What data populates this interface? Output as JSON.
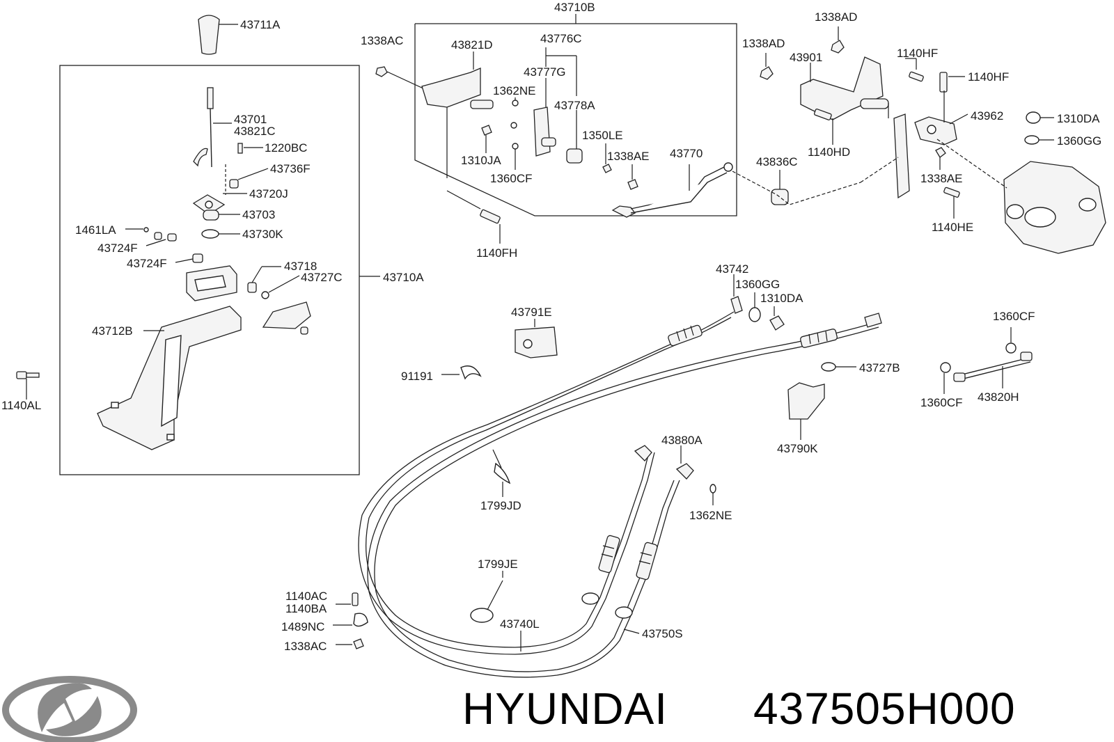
{
  "brand": {
    "name": "HYUNDAI",
    "part_number": "437505H000",
    "logo_color": "#8a8a8a"
  },
  "labels": {
    "p43710B": "43710B",
    "p43711A": "43711A",
    "p1338AC_top": "1338AC",
    "p43821D": "43821D",
    "p43776C": "43776C",
    "p43777G": "43777G",
    "p1362NE_top": "1362NE",
    "p43778A": "43778A",
    "p1350LE": "1350LE",
    "p1310JA": "1310JA",
    "p1338AE_mid": "1338AE",
    "p43770": "43770",
    "p1360CF_mid": "1360CF",
    "p1140FH": "1140FH",
    "p1338AD_a": "1338AD",
    "p1338AD_b": "1338AD",
    "p43901": "43901",
    "p1140HF_a": "1140HF",
    "p1140HF_b": "1140HF",
    "p43962": "43962",
    "p1310DA_r": "1310DA",
    "p1360GG_r": "1360GG",
    "p1140HD": "1140HD",
    "p43836C": "43836C",
    "p1338AE_r": "1338AE",
    "p1140HE": "1140HE",
    "p43701": "43701",
    "p43821C": "43821C",
    "p1220BC": "1220BC",
    "p43736F": "43736F",
    "p43720J": "43720J",
    "p43703": "43703",
    "p43730K": "43730K",
    "p1461LA": "1461LA",
    "p43724F_a": "43724F",
    "p43724F_b": "43724F",
    "p43718": "43718",
    "p43727C": "43727C",
    "p43710A": "43710A",
    "p43712B": "43712B",
    "p1140AL": "1140AL",
    "p43742": "43742",
    "p1360GG_m": "1360GG",
    "p1310DA_m": "1310DA",
    "p43791E": "43791E",
    "p91191": "91191",
    "p1360CF_r": "1360CF",
    "p43727B": "43727B",
    "p1360CF_r2": "1360CF",
    "p43820H": "43820H",
    "p43790K": "43790K",
    "p43880A": "43880A",
    "p1799JD": "1799JD",
    "p1362NE_b": "1362NE",
    "p1799JE": "1799JE",
    "p1140AC": "1140AC",
    "p1140BA": "1140BA",
    "p1489NC": "1489NC",
    "p1338AC_b": "1338AC",
    "p43740L": "43740L",
    "p43750S": "43750S"
  }
}
